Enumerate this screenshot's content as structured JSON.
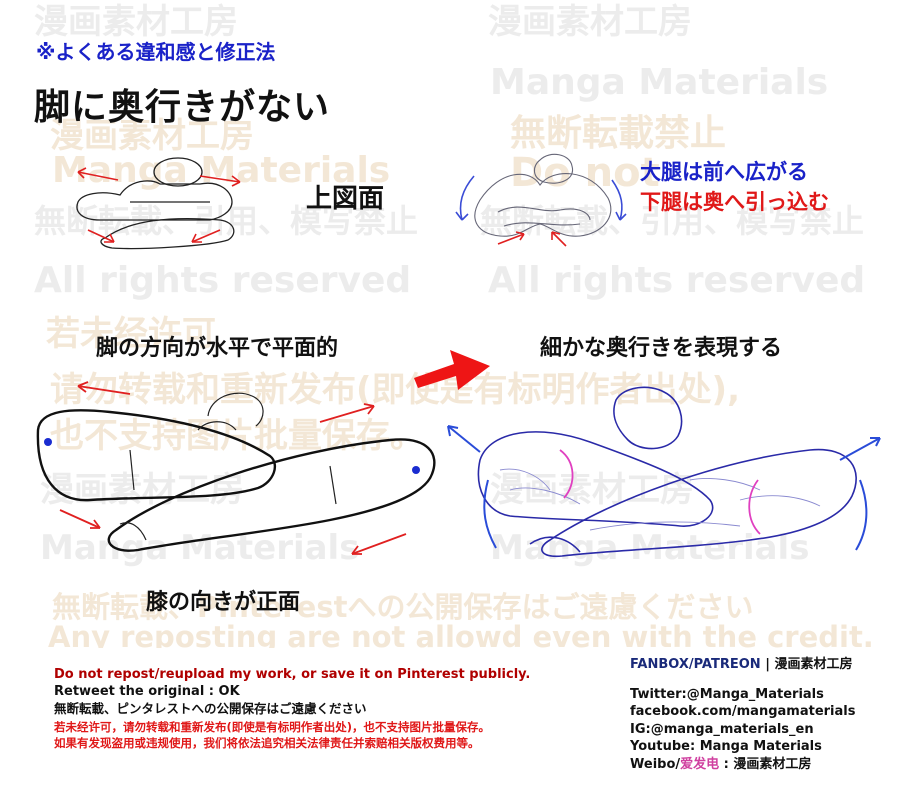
{
  "header": {
    "subtitle": "※よくある違和感と修正法",
    "title": "脚に奥行きがない"
  },
  "labels": {
    "top_view": "上図面",
    "thigh_note": "大腿は前へ広がる",
    "shin_note": "下腿は奥へ引っ込む",
    "flat_note": "脚の方向が水平で平面的",
    "depth_note": "細かな奥行きを表現する",
    "knee_note": "膝の向きが正面"
  },
  "watermarks": {
    "brand_jp": "漫画素材工房",
    "brand_en": "Manga Materials",
    "no_repost_jp": "無断転載禁止",
    "rights": "All rights reserved",
    "cn_line1": "请勿转载和重新发布(即使是有标明作者出处),",
    "cn_line2": "也不支持图片批量保存。",
    "cn_short": "若未经许可",
    "pinterest_jp": "無断転載、Pinterestへの公開保存はご遠慮ください",
    "any_reposting": "Any reposting are not allowd even with the credit.",
    "trace_jp": "無断転載、引用、模写禁止",
    "do_not": "Do not"
  },
  "footer": {
    "left": {
      "line1": "Do not repost/reupload my work, or save it on Pinterest publicly.",
      "line2": "Retweet the original : OK",
      "line3": "無断転載、ピンタレストへの公開保存はご遠慮ください",
      "line4": "若未经许可，请勿转载和重新发布(即使是有标明作者出处)，也不支持图片批量保存。",
      "line5": "如果有发现盗用或违规使用，我们将依法追究相关法律责任并索赔相关版权费用等。"
    },
    "right": {
      "fanbox": "FANBOX/PATREON",
      "sep": " | ",
      "fanbox_name": "漫画素材工房",
      "twitter": "Twitter:@Manga_Materials",
      "facebook": "facebook.com/mangamaterials",
      "ig": "IG:@manga_materials_en",
      "youtube": "Youtube: Manga Materials",
      "weibo": "Weibo/",
      "weibo_cn": "爱发电",
      "weibo_name": " : 漫画素材工房"
    }
  },
  "colors": {
    "accent_blue": "#1a22c8",
    "accent_red": "#e01818",
    "dark_red": "#b00000",
    "watermark": "#f3e7d6",
    "pink": "#e040c0"
  }
}
